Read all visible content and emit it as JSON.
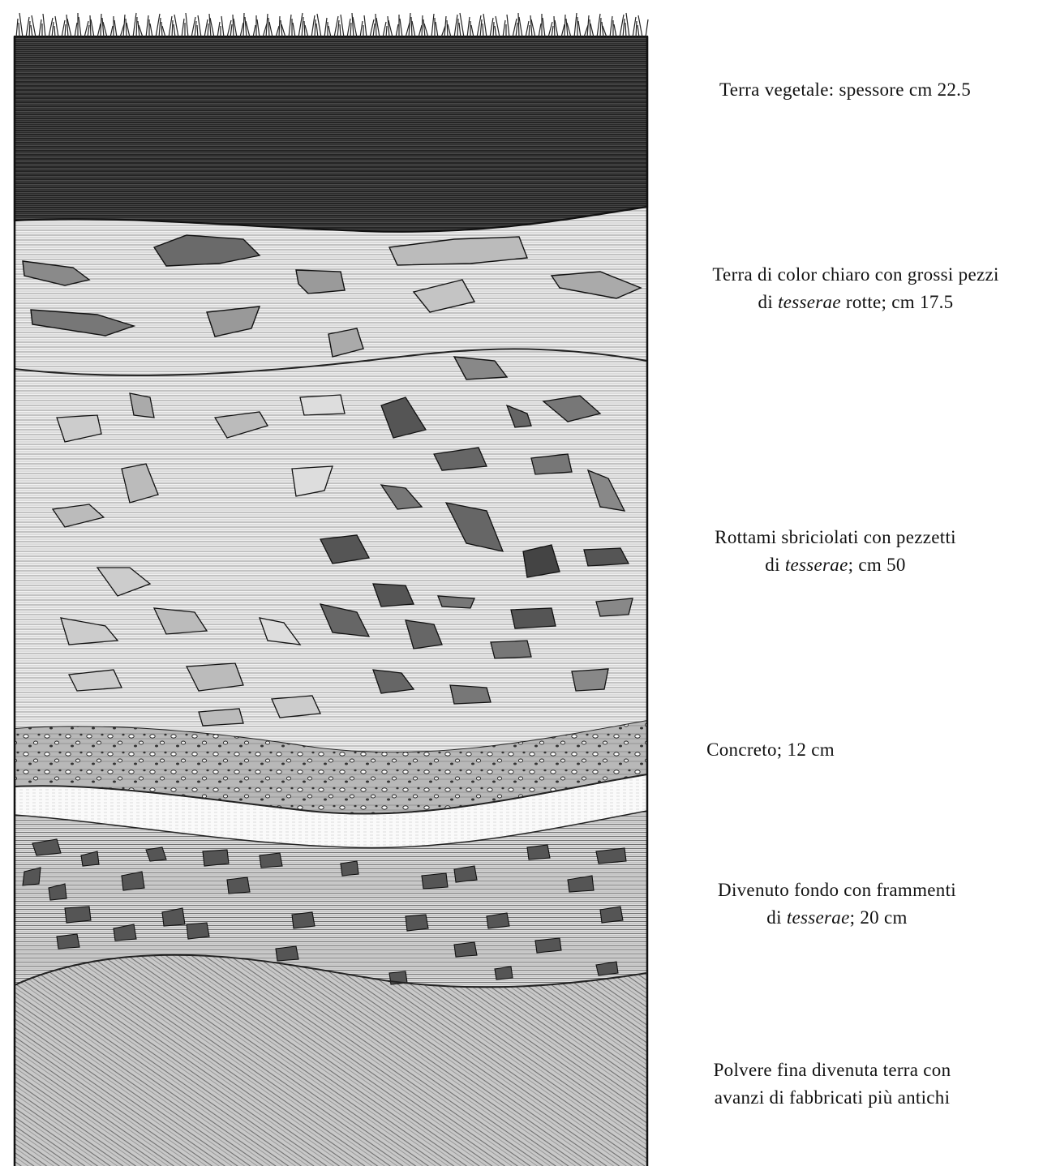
{
  "figure": {
    "style": "engraved stratigraphic cross-section",
    "layers": [
      {
        "id": "topsoil",
        "lines": [
          {
            "pre": "Terra vegetale: spessore cm 22.5",
            "em": "",
            "post": ""
          }
        ]
      },
      {
        "id": "light-earth",
        "lines": [
          {
            "pre": "Terra di color chiaro con grossi pezzi",
            "em": "",
            "post": ""
          },
          {
            "pre": "di ",
            "em": "tesserae",
            "post": " rotte; cm 17.5"
          }
        ]
      },
      {
        "id": "rubble",
        "lines": [
          {
            "pre": "Rottami sbriciolati con pezzetti",
            "em": "",
            "post": ""
          },
          {
            "pre": "di ",
            "em": "tesserae",
            "post": "; cm 50"
          }
        ]
      },
      {
        "id": "concrete",
        "lines": [
          {
            "pre": "Concreto; 12 cm",
            "em": "",
            "post": ""
          }
        ]
      },
      {
        "id": "bottom-fill",
        "lines": [
          {
            "pre": "Divenuto fondo con frammenti",
            "em": "",
            "post": ""
          },
          {
            "pre": "di ",
            "em": "tesserae",
            "post": "; 20 cm"
          }
        ]
      },
      {
        "id": "fine-dust",
        "lines": [
          {
            "pre": "Polvere fina divenuta terra con",
            "em": "",
            "post": ""
          },
          {
            "pre": "avanzi di fabbricati più antichi",
            "em": "",
            "post": ""
          }
        ]
      }
    ]
  }
}
